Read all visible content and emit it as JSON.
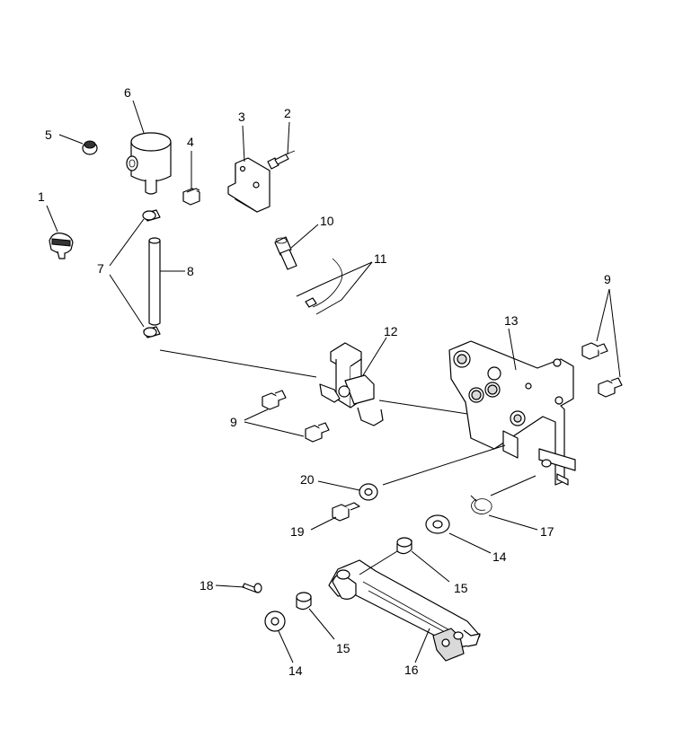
{
  "diagram": {
    "callouts": {
      "c1": "1",
      "c2": "2",
      "c3": "3",
      "c4": "4",
      "c5": "5",
      "c6": "6",
      "c7": "7",
      "c8": "8",
      "c9a": "9",
      "c9b": "9",
      "c10": "10",
      "c11": "11",
      "c12": "12",
      "c13": "13",
      "c14a": "14",
      "c14b": "14",
      "c15a": "15",
      "c15b": "15",
      "c16": "16",
      "c17": "17",
      "c18": "18",
      "c19": "19",
      "c20": "20"
    }
  }
}
